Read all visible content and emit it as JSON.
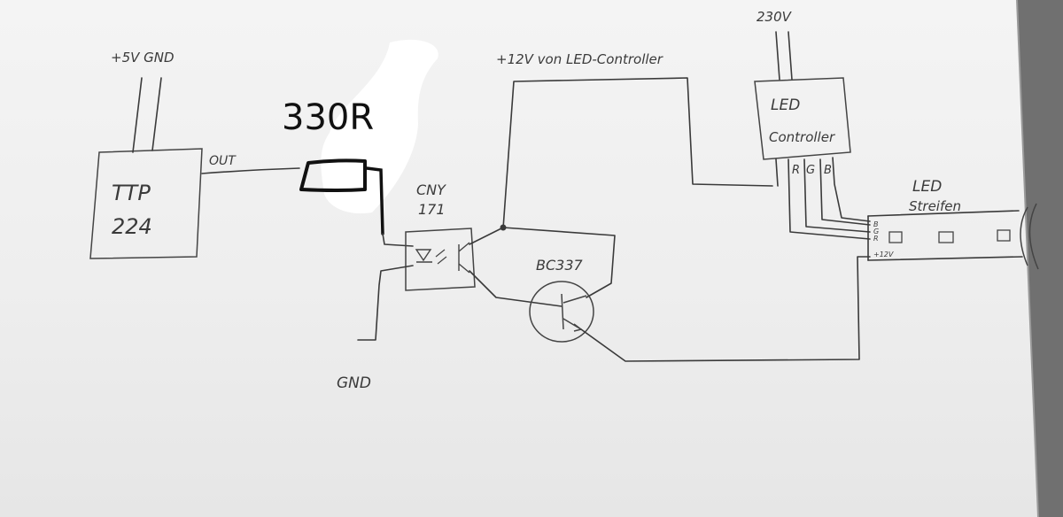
{
  "labels": {
    "supply": "+5V GND",
    "ic_line1": "TTP",
    "ic_line2": "224",
    "out": "OUT",
    "resistor": "330R",
    "optocoupler_line1": "CNY",
    "optocoupler_line2": "171",
    "gnd": "GND",
    "controller_supply": "+12V von LED-Controller",
    "transistor": "BC337",
    "mains": "230V",
    "controller_line1": "LED",
    "controller_line2": "Controller",
    "rgb_r": "R",
    "rgb_g": "G",
    "rgb_b": "B",
    "strip_line1": "LED",
    "strip_line2": "Streifen",
    "strip_pin_b": "B",
    "strip_pin_g": "G",
    "strip_pin_r": "R",
    "strip_pin_12v": "+12V"
  },
  "colors": {
    "ink": "#3a3a3a",
    "marker": "#111111",
    "paper": "#f0f0f0",
    "table_edge": "#6a6a6a"
  }
}
